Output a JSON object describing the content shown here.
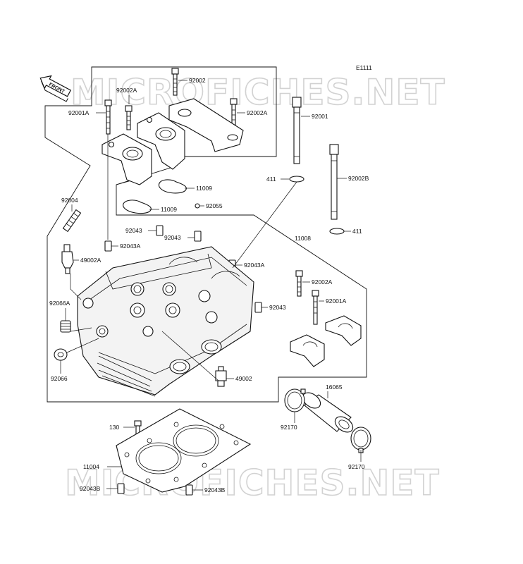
{
  "diagram": {
    "code": "E1111",
    "front_label": "FRONT",
    "watermark": "MICROFICHES.NET",
    "callouts": {
      "c92002_top": "92002",
      "c92002a_left": "92002A",
      "c92001a_left": "92001A",
      "c92002a_right": "92002A",
      "c92001": "92001",
      "c11009_a": "11009",
      "c11009_b": "11009",
      "c92055": "92055",
      "c411_a": "411",
      "c92002b": "92002B",
      "c411_b": "411",
      "c92004": "92004",
      "c92043_a": "92043",
      "c92043_b": "92043",
      "c92043a_left": "92043A",
      "c11008": "11008",
      "c49002a": "49002A",
      "c92043a_right": "92043A",
      "c92002a_lower": "92002A",
      "c92001a_lower": "92001A",
      "c92043_c": "92043",
      "c92066a": "92066A",
      "c92066": "92066",
      "c49002": "49002",
      "c16065": "16065",
      "c92170_a": "92170",
      "c92170_b": "92170",
      "c130": "130",
      "c11004": "11004",
      "c92043b_left": "92043B",
      "c92043b_right": "92043B"
    }
  }
}
